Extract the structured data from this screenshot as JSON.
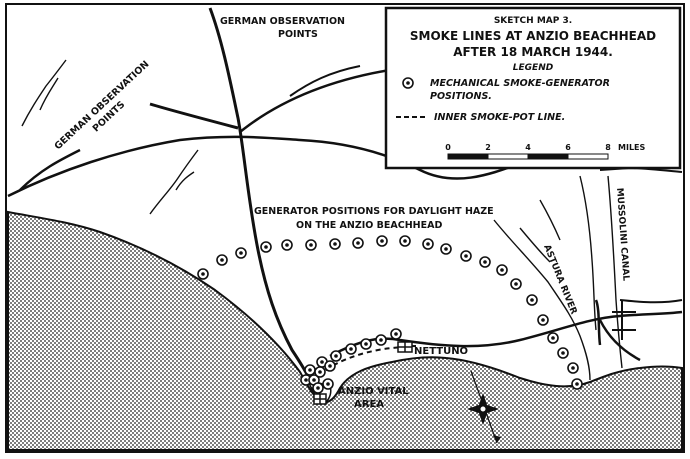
{
  "legend": {
    "sketch_map_label": "SKETCH MAP 3.",
    "title_line1": "SMOKE LINES AT ANZIO BEACHHEAD",
    "title_line2": "AFTER 18 MARCH 1944.",
    "legend_heading": "LEGEND",
    "generator_label_line1": "MECHANICAL SMOKE-GENERATOR",
    "generator_label_line2": "POSITIONS.",
    "smokepot_label": "INNER SMOKE-POT LINE.",
    "scale_ticks": [
      "0",
      "2",
      "4",
      "6",
      "8"
    ],
    "scale_unit": "MILES"
  },
  "labels": {
    "german_obs_top_line1": "GERMAN OBSERVATION",
    "german_obs_top_line2": "POINTS",
    "german_obs_left_line1": "GERMAN OBSERVATION",
    "german_obs_left_line2": "POINTS",
    "daylight_haze_line1": "GENERATOR POSITIONS FOR DAYLIGHT HAZE",
    "daylight_haze_line2": "ON THE ANZIO BEACHHEAD",
    "astura_river": "ASTURA RIVER",
    "mussolini_canal": "MUSSOLINI CANAL",
    "nettuno": "NETTUNO",
    "anzio_line1": "ANZIO VITAL",
    "anzio_line2": "AREA"
  },
  "colors": {
    "ink": "#111111",
    "paper": "#ffffff"
  }
}
